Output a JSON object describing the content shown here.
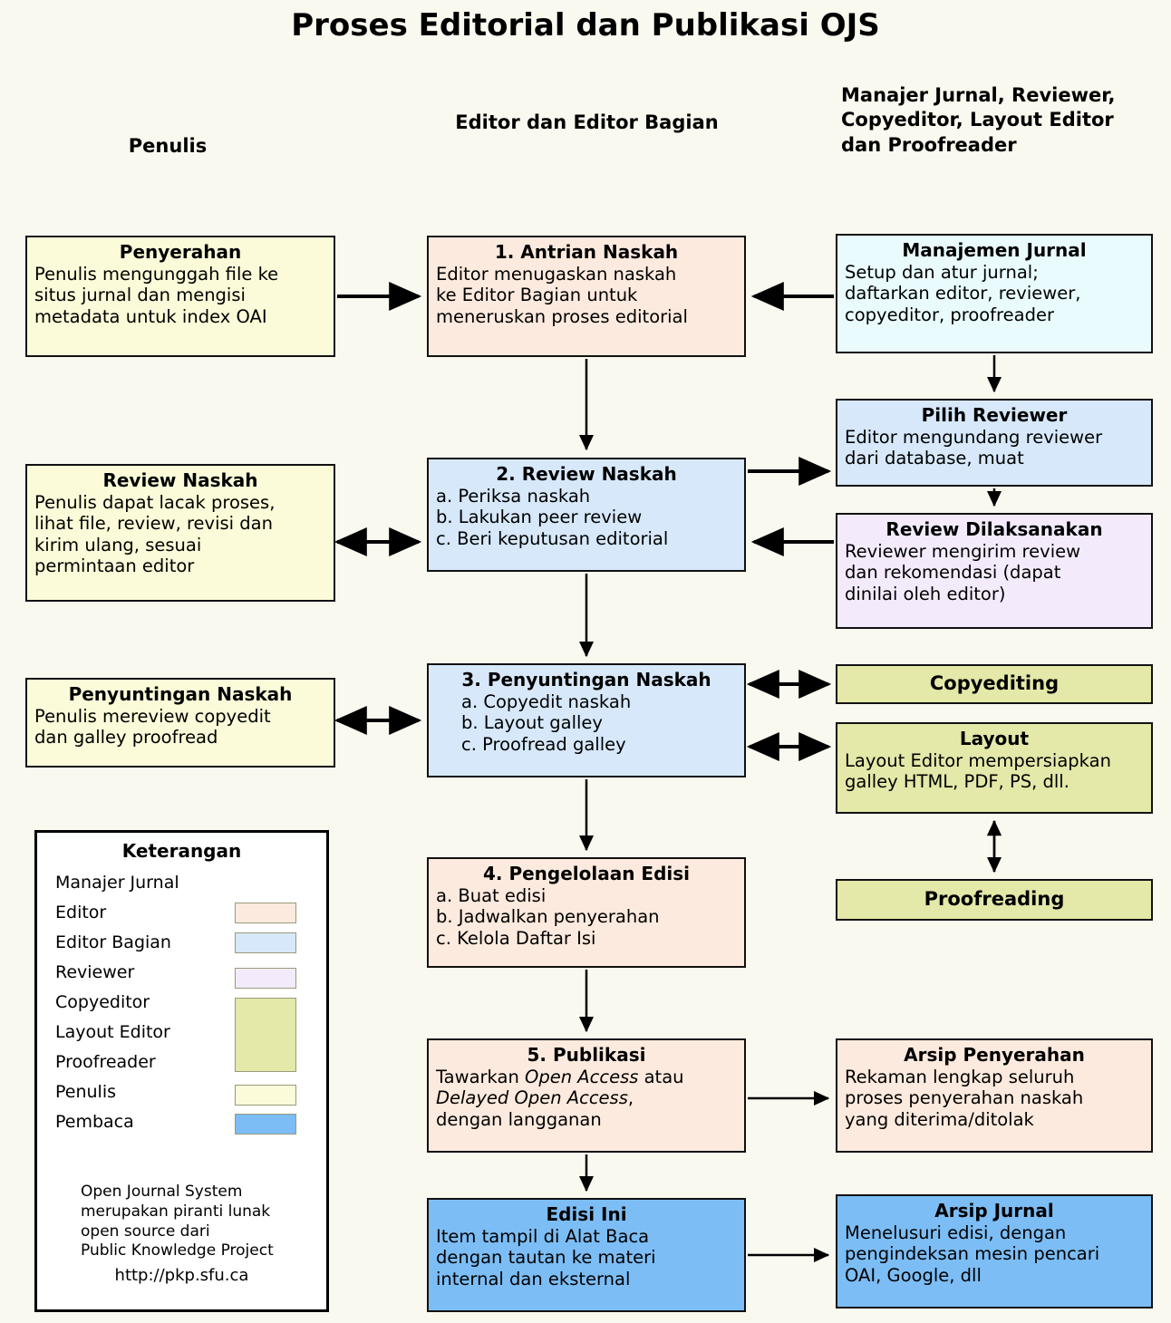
{
  "page": {
    "title": "Proses Editorial dan Publikasi OJS",
    "background": "#faf9ef"
  },
  "columns": [
    {
      "id": "penulis",
      "label": "Penulis"
    },
    {
      "id": "editor",
      "label": "Editor dan\nEditor Bagian"
    },
    {
      "id": "lainnya",
      "label": "Manajer Jurnal,\nReviewer, Copyeditor,\nLayout Editor dan\nProofreader"
    }
  ],
  "boxes": {
    "penyerahan": {
      "title": "Penyerahan",
      "body": "Penulis mengunggah file ke\nsitus jurnal dan mengisi\nmetadata untuk index OAI",
      "color": "#fbfbd9"
    },
    "antrian_naskah": {
      "title": "1. Antrian Naskah",
      "body": "Editor menugaskan naskah\nke Editor Bagian untuk\nmeneruskan proses editorial",
      "color": "#fdeade"
    },
    "manajemen_jurnal": {
      "title": "Manajemen Jurnal",
      "body": "Setup dan atur jurnal;\ndaftarkan editor, reviewer,\ncopyeditor, proofreader",
      "color": "#e9fbfd"
    },
    "review_naskah_penulis": {
      "title": "Review Naskah",
      "body": "Penulis dapat lacak proses,\nlihat file, review, revisi dan\nkirim ulang, sesuai\npermintaan editor",
      "color": "#fbfbd9"
    },
    "review_naskah": {
      "title": "2. Review Naskah",
      "body": "a. Periksa naskah\nb. Lakukan peer review\nc. Beri keputusan editorial",
      "color": "#d6e8fa"
    },
    "pilih_reviewer": {
      "title": "Pilih Reviewer",
      "body": "Editor mengundang reviewer\ndari database, muat",
      "color": "#d6e8fa"
    },
    "review_dilaksanakan": {
      "title": "Review Dilaksanakan",
      "body": "Reviewer mengirim review\ndan rekomendasi (dapat\ndinilai oleh editor)",
      "color": "#f3ebfc"
    },
    "penyuntingan_penulis": {
      "title": "Penyuntingan Naskah",
      "body": "Penulis mereview copyedit\ndan galley proofread",
      "color": "#fbfbd9"
    },
    "penyuntingan_naskah": {
      "title": "3. Penyuntingan Naskah",
      "body": "a. Copyedit naskah\nb. Layout galley\nc. Proofread galley",
      "color": "#d6e8fa"
    },
    "copyediting": {
      "title": "Copyediting",
      "body": "",
      "color": "#e4e8a8"
    },
    "layout": {
      "title": "Layout",
      "body": "Layout Editor mempersiapkan\ngalley HTML, PDF, PS, dll.",
      "color": "#e4e8a8"
    },
    "proofreading": {
      "title": "Proofreading",
      "body": "",
      "color": "#e4e8a8"
    },
    "pengelolaan_edisi": {
      "title": "4. Pengelolaan Edisi",
      "body": "a. Buat edisi\nb. Jadwalkan penyerahan\nc. Kelola Daftar Isi",
      "color": "#fdeade"
    },
    "publikasi": {
      "title": "5. Publikasi",
      "body_html": "Tawarkan <em>Open Access</em> atau\n<em>Delayed Open Access</em>,\ndengan langganan",
      "body": "Tawarkan Open Access atau Delayed Open Access, dengan langganan",
      "color": "#fdeade"
    },
    "arsip_penyerahan": {
      "title": "Arsip Penyerahan",
      "body": "Rekaman lengkap seluruh\nproses penyerahan naskah\nyang diterima/ditolak",
      "color": "#fdeade"
    },
    "edisi_ini": {
      "title": "Edisi Ini",
      "body": "Item tampil di Alat Baca\ndengan tautan ke materi\ninternal dan eksternal",
      "color": "#7cbdf5"
    },
    "arsip_jurnal": {
      "title": "Arsip Jurnal",
      "body": "Menelusuri edisi, dengan\npengindeksan mesin pencari\nOAI, Google, dll",
      "color": "#7cbdf5"
    }
  },
  "legend": {
    "title": "Keterangan",
    "rows": [
      {
        "label": "Manajer Jurnal",
        "color": ""
      },
      {
        "label": "Editor",
        "color": "#fdeade"
      },
      {
        "label": "Editor Bagian",
        "color": "#d6e8fa"
      },
      {
        "label": "Reviewer",
        "color": "#f3ebfc"
      },
      {
        "label": "Copyeditor",
        "color": "#e4e8a8"
      },
      {
        "label": "Layout Editor",
        "color": "#e4e8a8"
      },
      {
        "label": "Proofreader",
        "color": "#e4e8a8"
      },
      {
        "label": "Penulis",
        "color": "#fbfbd9"
      },
      {
        "label": "Pembaca",
        "color": "#7cbdf5"
      }
    ],
    "note": "Open Journal System\nmerupakan piranti lunak\nopen source dari\nPublic Knowledge Project",
    "url": "http://pkp.sfu.ca"
  }
}
